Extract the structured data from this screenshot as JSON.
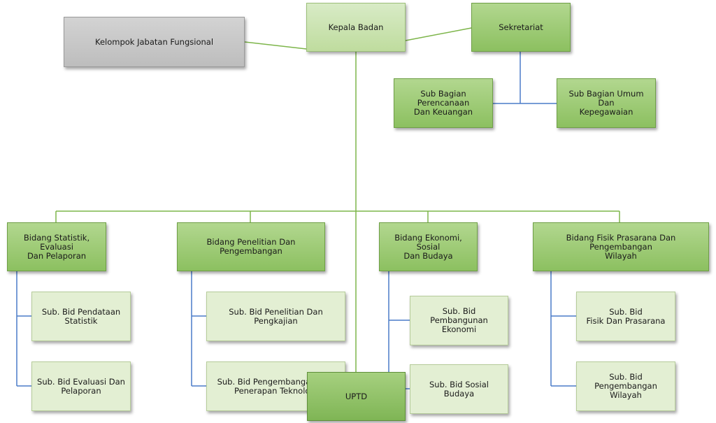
{
  "chart": {
    "kelompok": "Kelompok Jabatan Fungsional",
    "kepala": "Kepala Badan",
    "sekretariat": "Sekretariat",
    "sub_perencanaan": "Sub Bagian Perencanaan\nDan Keuangan",
    "sub_umum": "Sub Bagian Umum Dan\nKepegawaian",
    "bidang_statistik": "Bidang Statistik, Evaluasi\nDan Pelaporan",
    "bidang_penelitian": "Bidang Penelitian Dan\nPengembangan",
    "bidang_ekonomi": "Bidang Ekonomi, Sosial\nDan Budaya",
    "bidang_fisik": "Bidang Fisik Prasarana Dan Pengembangan\nWilayah",
    "sub_pendataan": "Sub. Bid Pendataan\nStatistik",
    "sub_evaluasi": "Sub. Bid Evaluasi Dan\nPelaporan",
    "sub_penelitian_pengkajian": "Sub. Bid Penelitian Dan Pengkajian",
    "sub_pengembangan_teknologi": "Sub. Bid Pengembangan Dan\nPenerapan Teknologi",
    "sub_pembangunan_ekonomi": "Sub. Bid Pembangunan\nEkonomi",
    "sub_sosial_budaya": "Sub. Bid Sosial Budaya",
    "sub_fisik_prasarana": "Sub. Bid\nFisik Dan Prasarana",
    "sub_pengembangan_wilayah": "Sub. Bid Pengembangan\nWilayah",
    "uptd": "UPTD"
  },
  "colors": {
    "green_line": "#7db54a",
    "blue_line": "#4a7bc8"
  }
}
